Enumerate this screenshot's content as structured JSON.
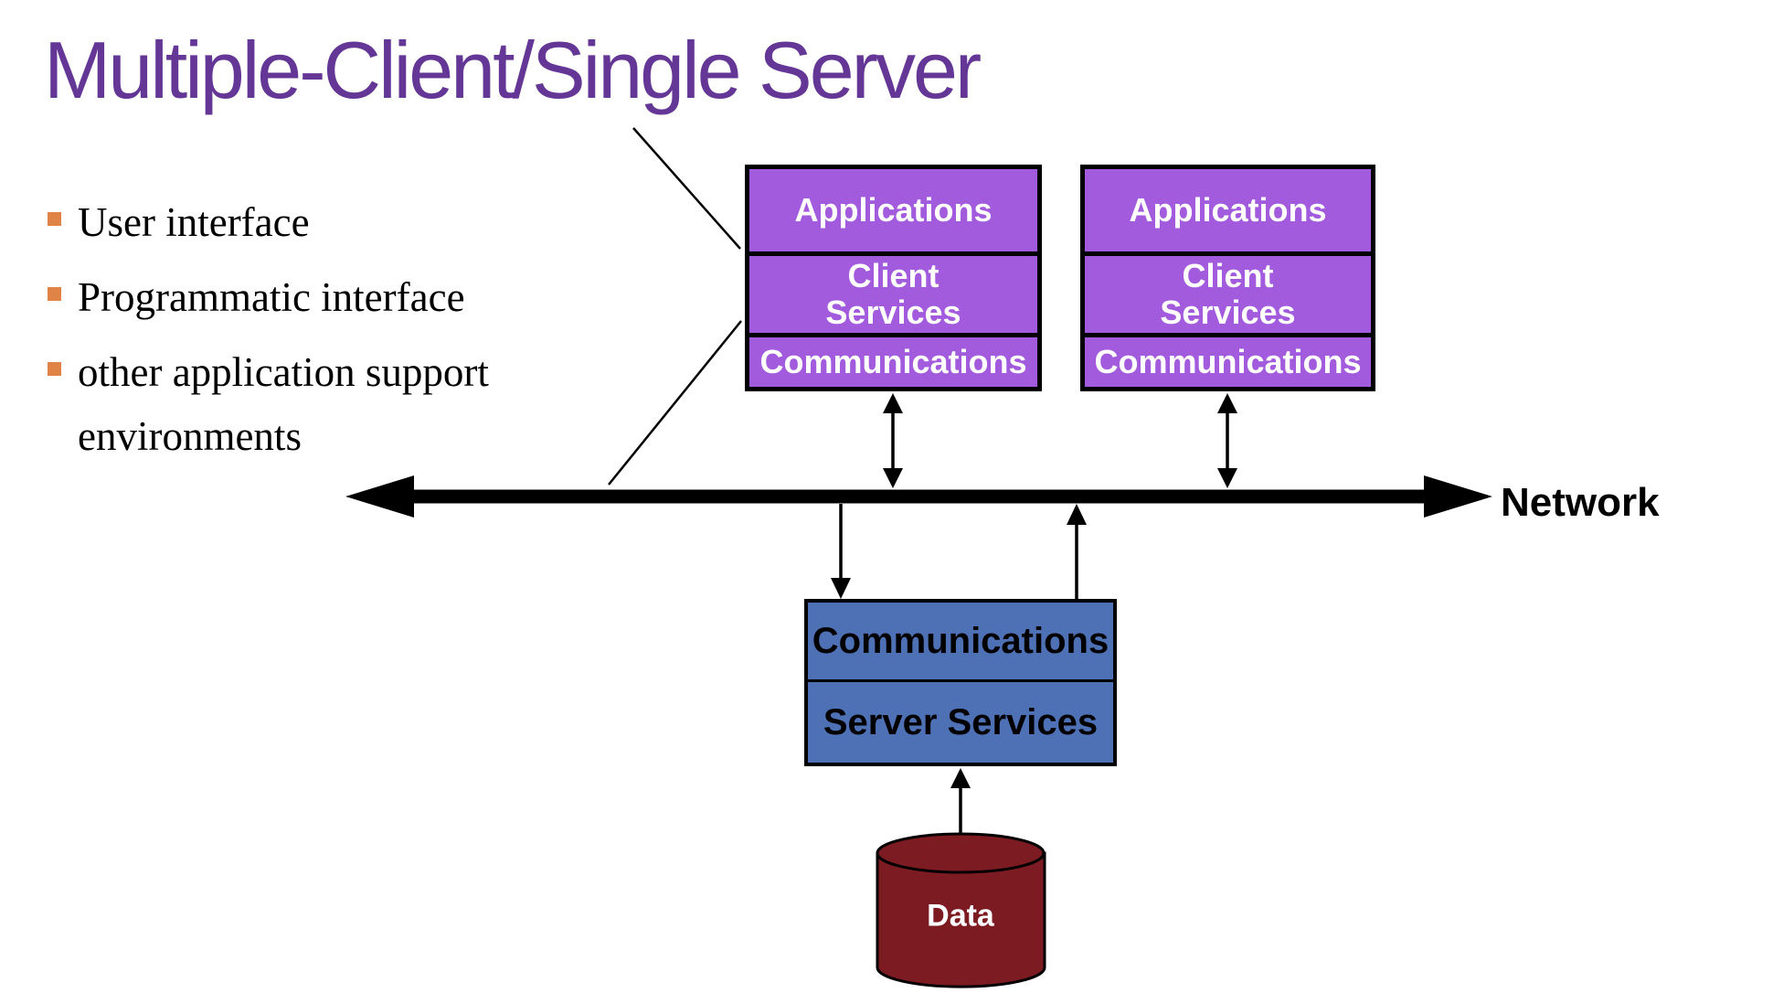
{
  "slide": {
    "title": "Multiple-Client/Single Server"
  },
  "bullets": {
    "items": [
      "User interface",
      "Programmatic interface",
      "other application support environments"
    ]
  },
  "clients": [
    {
      "layers": [
        "Applications",
        "Client\nServices",
        "Communications"
      ]
    },
    {
      "layers": [
        "Applications",
        "Client\nServices",
        "Communications"
      ]
    }
  ],
  "server": {
    "layers": [
      "Communications",
      "Server Services"
    ]
  },
  "database": {
    "label": "Data"
  },
  "network": {
    "label": "Network"
  },
  "colors": {
    "title_color": "#643695",
    "bullet_marker": "#DF8347",
    "client_fill": "#A35BDE",
    "server_fill": "#4E71B5",
    "db_fill": "#7C1B22",
    "line_color": "#000000"
  }
}
